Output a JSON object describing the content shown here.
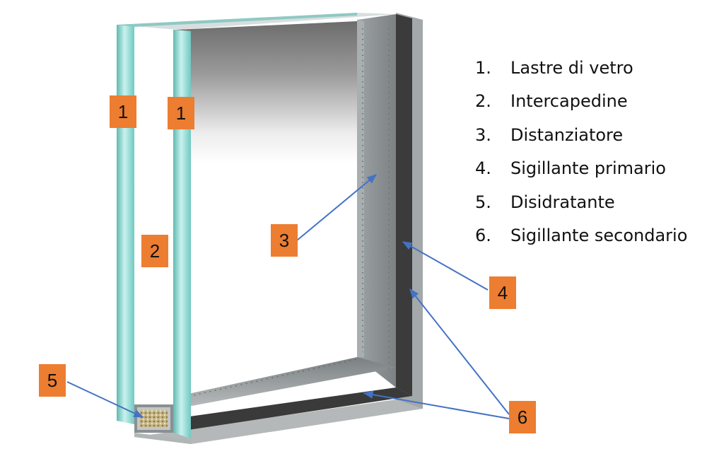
{
  "badges": {
    "glass_left": "1",
    "glass_right": "1",
    "gap": "2",
    "spacer": "3",
    "primary_sealant": "4",
    "desiccant": "5",
    "secondary_sealant": "6"
  },
  "legend": [
    {
      "num": "1.",
      "label": "Lastre di vetro"
    },
    {
      "num": "2.",
      "label": "Intercapedine"
    },
    {
      "num": "3.",
      "label": "Distanziatore"
    },
    {
      "num": "4.",
      "label": "Sigillante primario"
    },
    {
      "num": "5.",
      "label": "Disidratante"
    },
    {
      "num": "6.",
      "label": "Sigillante secondario"
    }
  ],
  "colors": {
    "badge": "#ed7d31",
    "arrow": "#4472c4",
    "glass_edge": "#7fd6cf",
    "spacer_metal": "#8f9496",
    "sealant_dark": "#3a3a3a"
  }
}
